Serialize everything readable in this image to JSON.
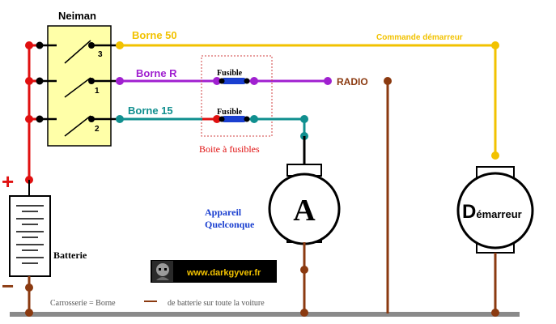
{
  "title": "Neiman",
  "terminals": {
    "borne50": "Borne 50",
    "borneR": "Borne R",
    "borne15": "Borne 15",
    "pin3": "3",
    "pin1": "1",
    "pin2": "2"
  },
  "labels": {
    "commande": "Commande démarreur",
    "radio": "RADIO",
    "fusible1": "Fusible",
    "fusible2": "Fusible",
    "boite": "Boite à fusibles",
    "appareil_line1": "Appareil",
    "appareil_line2": "Quelconque",
    "appareil_letter": "A",
    "demarreur_big": "D",
    "demarreur_rest": "émarreur",
    "batterie": "Batterie",
    "plus": "+",
    "minus": "−",
    "carrosserie": "Carrosserie = Borne",
    "carrosserie_rest": "de batterie sur toute la voiture",
    "watermark": "www.darkgyver.fr"
  },
  "colors": {
    "red": "#e01010",
    "yellow": "#f2c200",
    "purple": "#a020d0",
    "teal": "#108f8f",
    "brown": "#8b3a10",
    "blue": "#1a3fd0",
    "ground": "#8a8a8a",
    "neiman_fill": "#ffffa8"
  }
}
